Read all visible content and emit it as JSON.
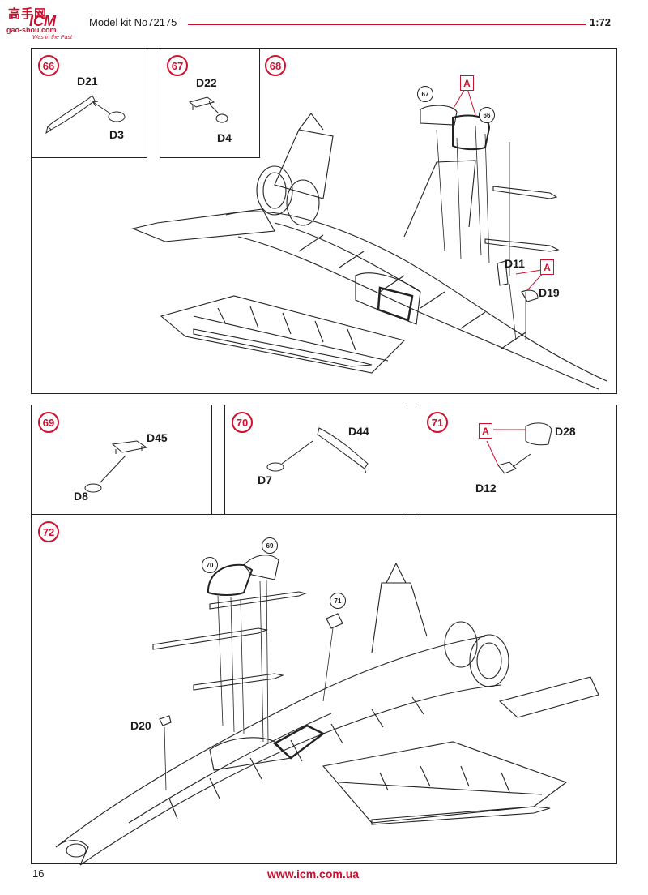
{
  "header": {
    "logo_cn": "高手网",
    "logo_brand": "ICM",
    "logo_site": "gao-shou.com",
    "logo_slogan": "Was in the Past",
    "title": "Model kit No72175",
    "scale": "1:72"
  },
  "steps": {
    "s66": {
      "num": "66",
      "parts": [
        "D21",
        "D3"
      ]
    },
    "s67": {
      "num": "67",
      "parts": [
        "D22",
        "D4"
      ]
    },
    "s68": {
      "num": "68",
      "refs": [
        "67",
        "66"
      ],
      "marker": "A",
      "parts": [
        "D11",
        "D19"
      ]
    },
    "s69": {
      "num": "69",
      "parts": [
        "D45",
        "D8"
      ]
    },
    "s70": {
      "num": "70",
      "parts": [
        "D44",
        "D7"
      ]
    },
    "s71": {
      "num": "71",
      "marker": "A",
      "parts": [
        "D28",
        "D12"
      ]
    },
    "s72": {
      "num": "72",
      "refs": [
        "70",
        "69",
        "71"
      ],
      "parts": [
        "D20"
      ]
    }
  },
  "footer": {
    "page_number": "16",
    "url": "www.icm.com.ua"
  },
  "colors": {
    "accent": "#d0102e",
    "line": "#222222"
  }
}
